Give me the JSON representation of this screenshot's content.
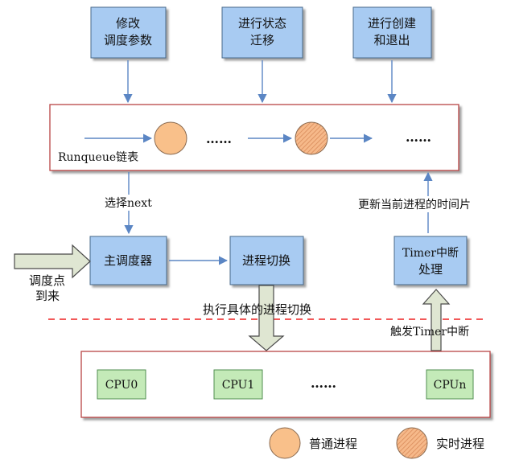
{
  "top_boxes": {
    "modify_params": [
      "修改",
      "调度参数"
    ],
    "state_transition": [
      "进行状态",
      "迁移"
    ],
    "create_exit": [
      "进行创建",
      "和退出"
    ]
  },
  "runqueue": {
    "label": "Runqueue链表",
    "ellipsis_1": "……",
    "ellipsis_2": "……"
  },
  "labels": {
    "select_next": "选择next",
    "update_timeslice": "更新当前进程的时间片",
    "sched_arrive": [
      "调度点",
      "到来"
    ],
    "do_switch": "执行具体的进程切换",
    "trigger_timer": "触发Timer中断"
  },
  "middle_boxes": {
    "scheduler": "主调度器",
    "switch": "进程切换",
    "timer": [
      "Timer中断",
      "处理"
    ]
  },
  "cpus": {
    "cpu0": "CPU0",
    "cpu1": "CPU1",
    "ellipsis": "……",
    "cpun": "CPUn"
  },
  "legend": {
    "normal": "普通进程",
    "realtime": "实时进程"
  },
  "colors": {
    "box_fill": "#a8cbf2",
    "box_stroke": "#4a6a8a",
    "frame_stroke": "#b84444",
    "arrow": "#5b86c4",
    "circle_fill": "#f9c08a",
    "cpu_fill": "#c4eab8",
    "cpu_stroke": "#4f8e4f",
    "block_arrow_fill": "#dfe6d2",
    "dashed_line": "#ee2222"
  }
}
